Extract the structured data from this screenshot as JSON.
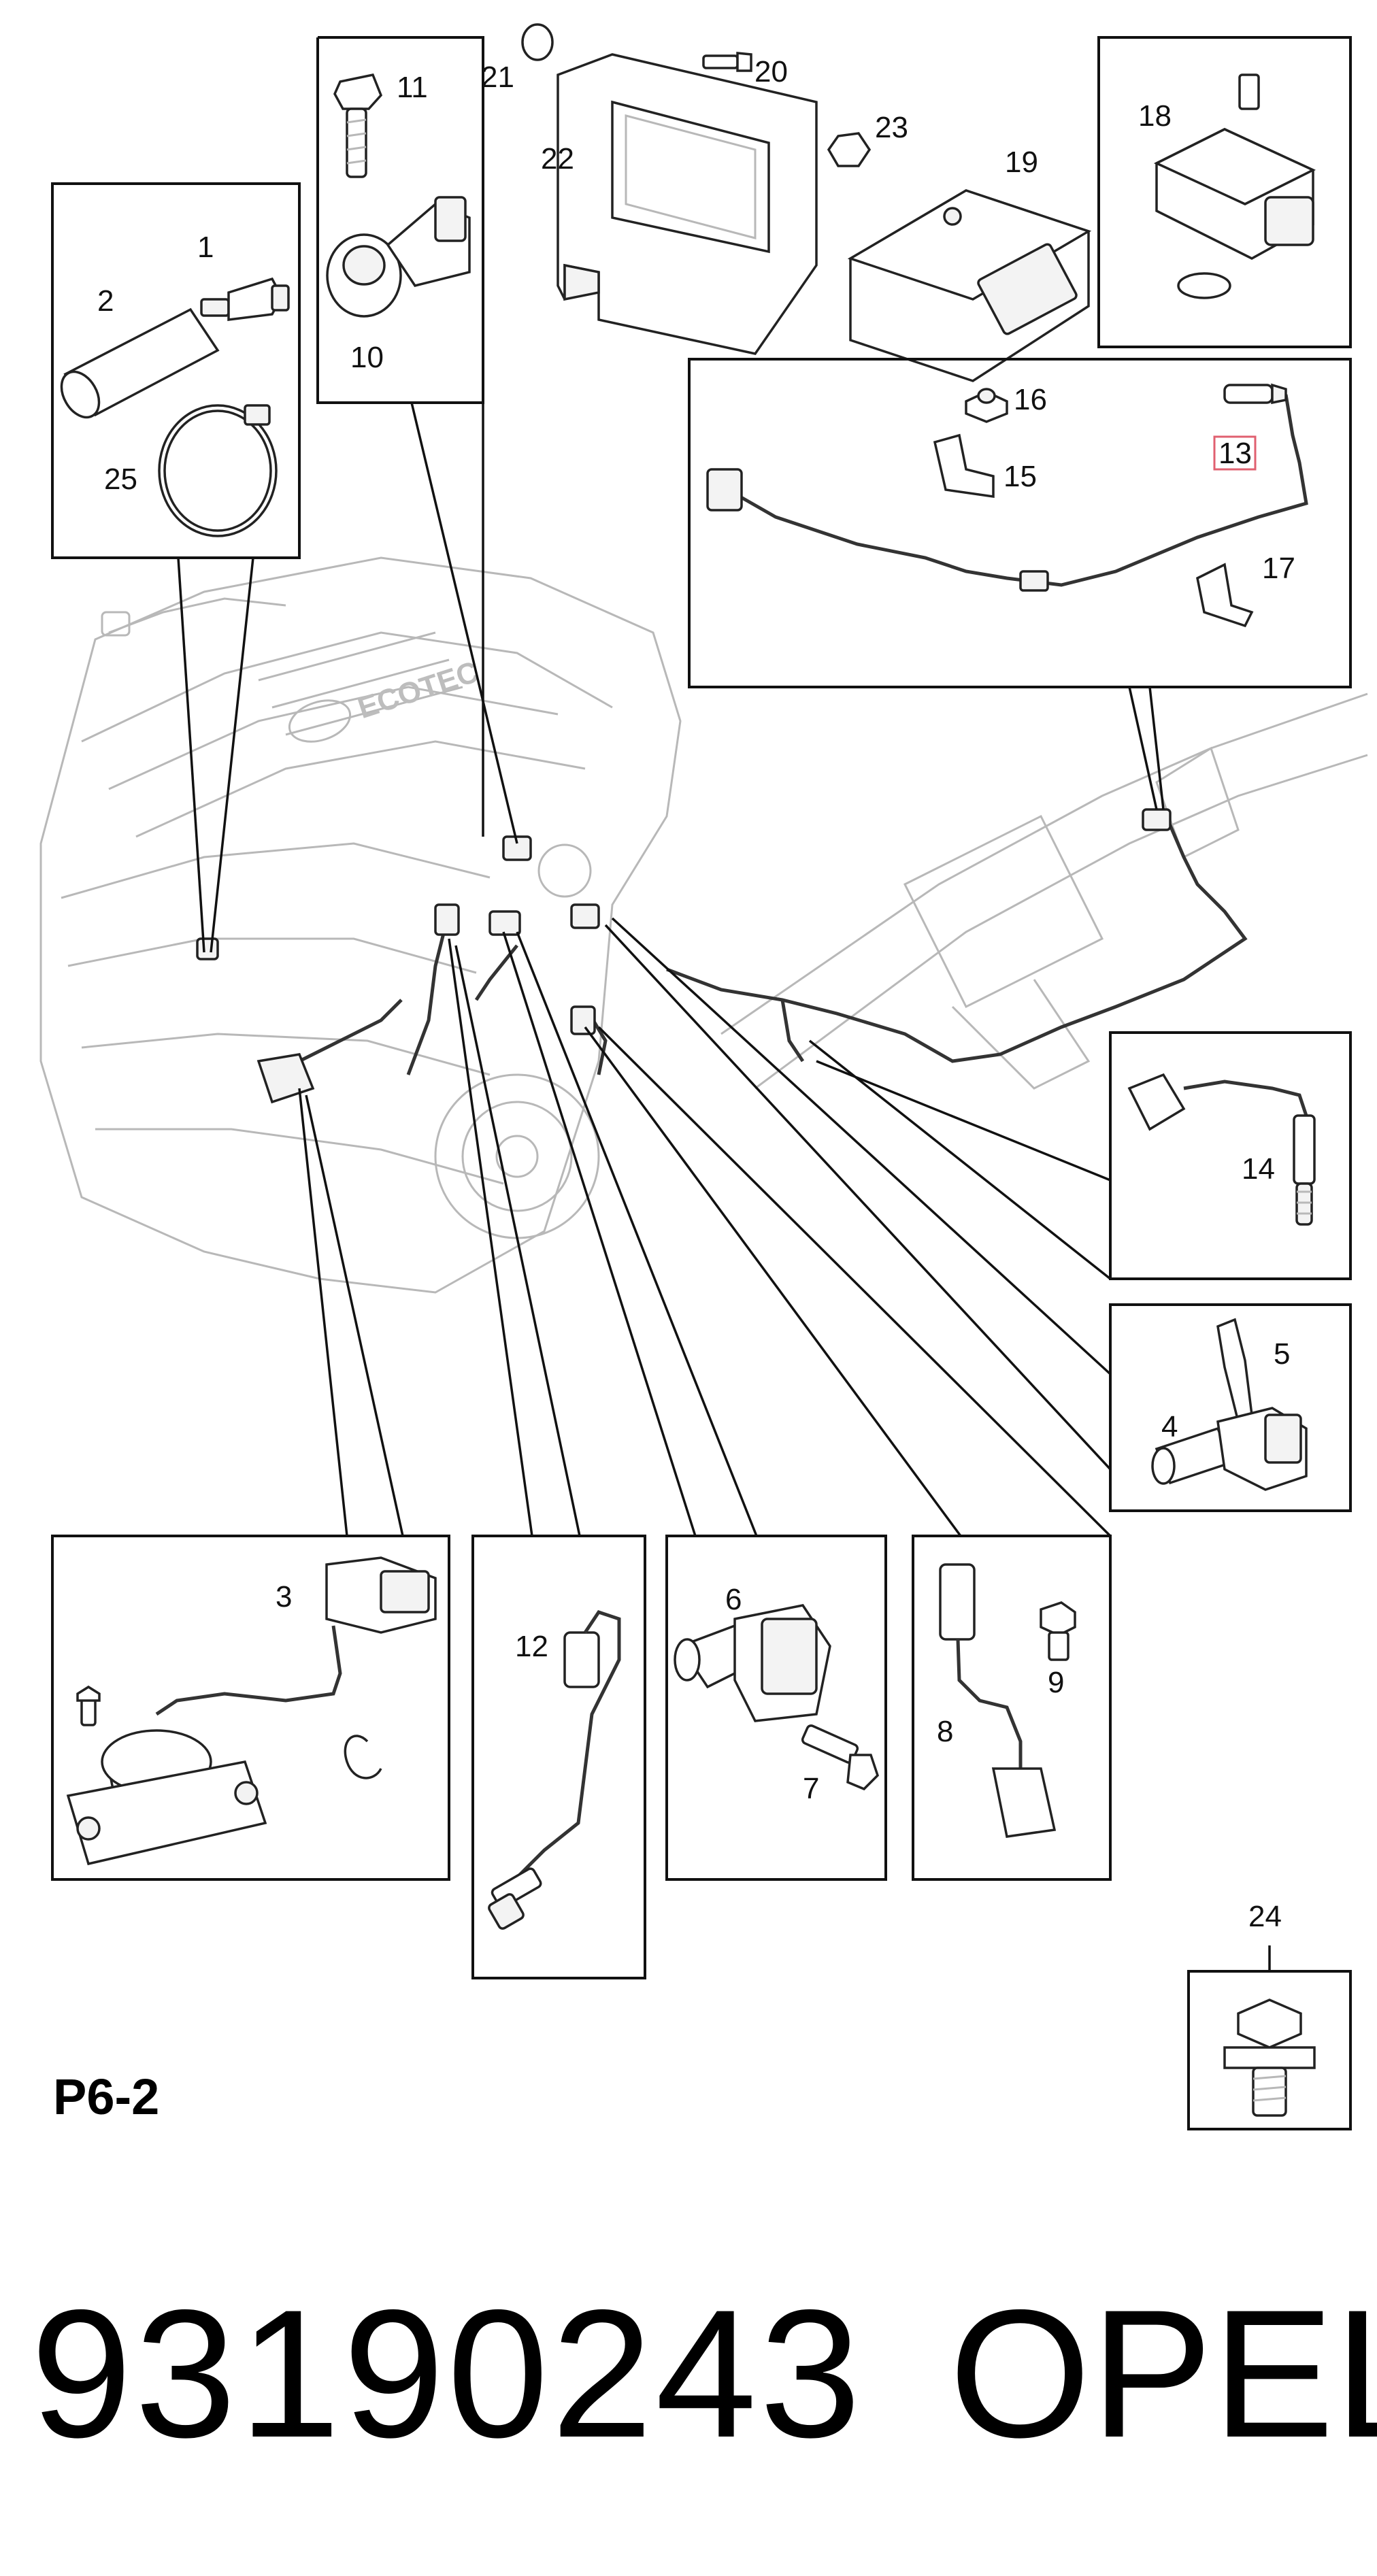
{
  "diagram": {
    "page_ref": "P6-2",
    "callouts": {
      "c1": "1",
      "c2": "2",
      "c3": "3",
      "c4": "4",
      "c5": "5",
      "c6": "6",
      "c7": "7",
      "c8": "8",
      "c9": "9",
      "c10": "10",
      "c11": "11",
      "c12": "12",
      "c13": "13",
      "c14": "14",
      "c15": "15",
      "c16": "16",
      "c17": "17",
      "c18": "18",
      "c19": "19",
      "c20": "20",
      "c21": "21",
      "c22": "22",
      "c23": "23",
      "c24": "24",
      "c25": "25"
    },
    "engine_logo": "ECOTEC",
    "highlighted_callout": "13",
    "highlight_color": "#e06070"
  },
  "footer": {
    "part_number": "93190243",
    "brand": "OPEL"
  }
}
